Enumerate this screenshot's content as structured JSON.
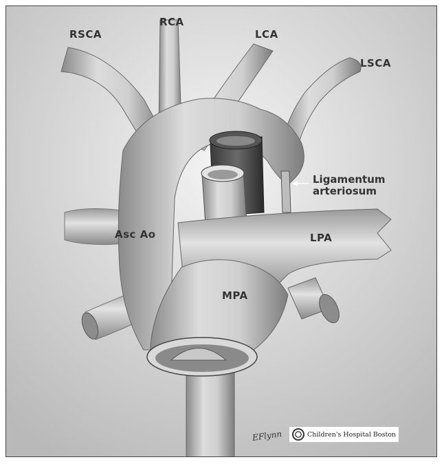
{
  "labels": {
    "rsca": "RSCA",
    "rca": "RCA",
    "lca": "LCA",
    "lsca": "LSCA",
    "ligamentum_line1": "Ligamentum",
    "ligamentum_line2": "arteriosum",
    "asc_ao": "Asc Ao",
    "lpa": "LPA",
    "mpa": "MPA"
  },
  "credits": {
    "artist_signature": "EFlynn",
    "institution": "Children's Hospital Boston"
  }
}
